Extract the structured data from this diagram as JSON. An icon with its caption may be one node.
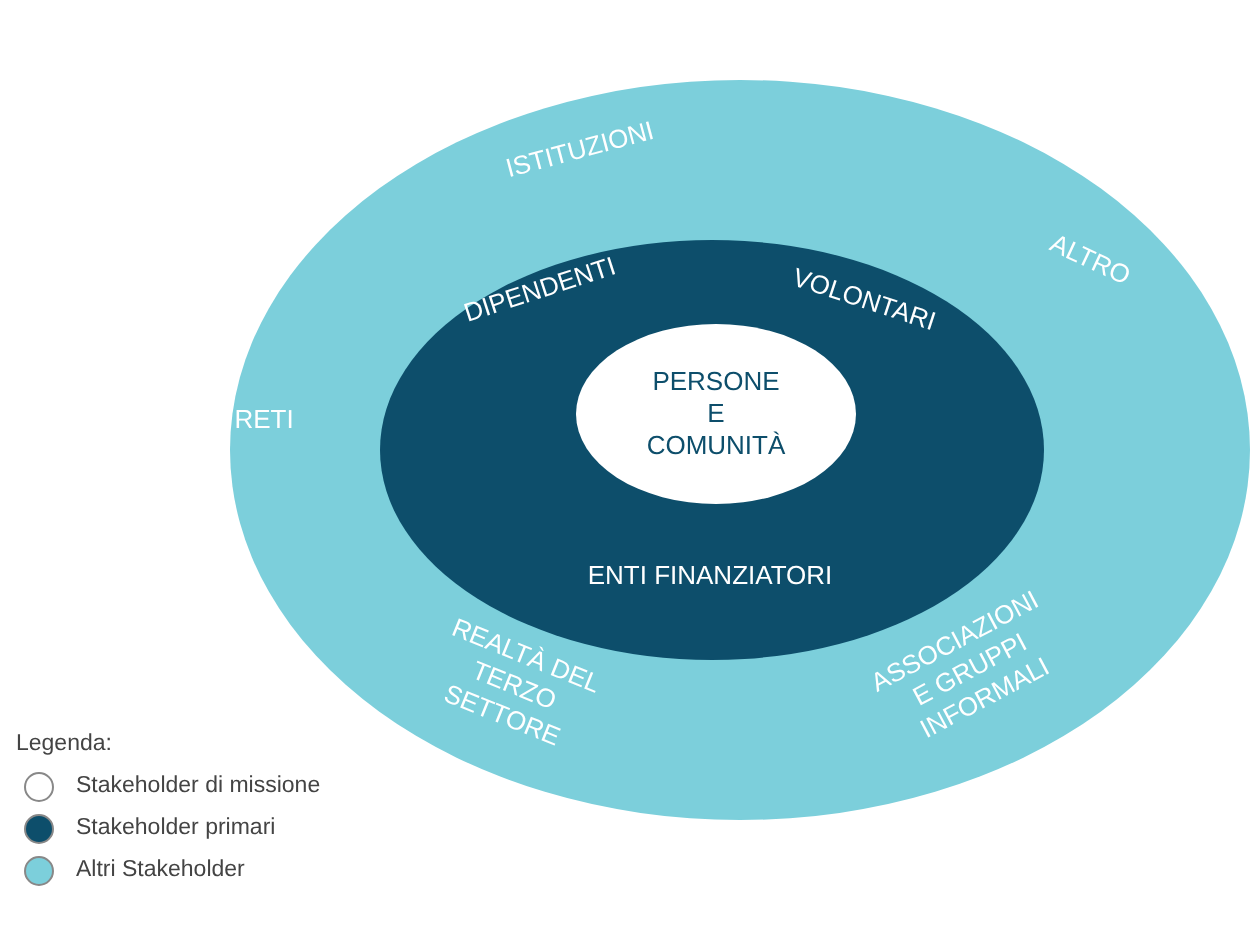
{
  "diagram": {
    "nodes": [
      {
        "text": [
          "ISTITUZIONI",
          "ALTRO",
          "RETI",
          "REALTÀ DEL TERZO SETTORE",
          "ASSOCIAZIONI E GRUPPI INFORMALI"
        ]
      },
      {
        "text": [
          "DIPENDENTI",
          "VOLONTARI",
          "ENTI FINANZIATORI"
        ],
        "in": 0
      },
      {
        "text": [
          "PERSONE E COMUNITÀ"
        ],
        "in": 1
      }
    ],
    "labels": [
      "Legenda:"
    ],
    "legend": [
      {
        "text": "Stakeholder di missione",
        "color": "#ffffff"
      },
      {
        "text": "Stakeholder primari",
        "color": "#0d4e6b"
      },
      {
        "text": "Altri Stakeholder",
        "color": "#7ccfdb"
      }
    ]
  }
}
